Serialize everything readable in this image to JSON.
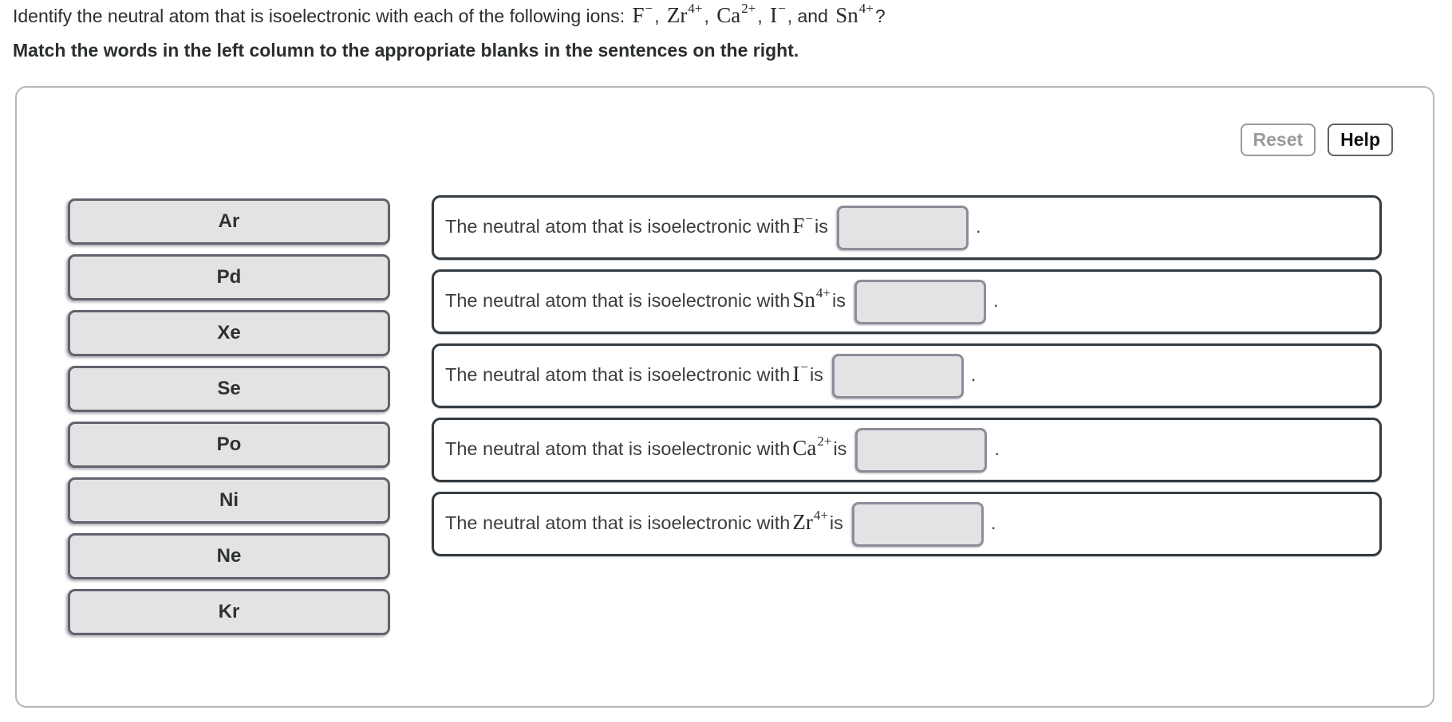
{
  "question": {
    "segments": [
      {
        "text": "Identify the neutral atom that is isoelectronic with each of the following ions: "
      },
      {
        "ion": "F",
        "charge": "−"
      },
      {
        "text": ", "
      },
      {
        "ion": "Zr",
        "charge": "4+"
      },
      {
        "text": ", "
      },
      {
        "ion": "Ca",
        "charge": "2+"
      },
      {
        "text": ", "
      },
      {
        "ion": "I",
        "charge": "−"
      },
      {
        "text": ", and "
      },
      {
        "ion": "Sn",
        "charge": "4+"
      },
      {
        "text": "?"
      }
    ]
  },
  "instruction": "Match the words in the left column to the appropriate blanks in the sentences on the right.",
  "toolbar": {
    "reset_label": "Reset",
    "help_label": "Help"
  },
  "word_bank": [
    "Ar",
    "Pd",
    "Xe",
    "Se",
    "Po",
    "Ni",
    "Ne",
    "Kr"
  ],
  "sentences": [
    {
      "before": "The neutral atom that is isoelectronic with",
      "ion": "F",
      "charge": "−",
      "after": "is",
      "period": "."
    },
    {
      "before": "The neutral atom that is isoelectronic with",
      "ion": "Sn",
      "charge": "4+",
      "after": "is",
      "period": "."
    },
    {
      "before": "The neutral atom that is isoelectronic with",
      "ion": "I",
      "charge": "−",
      "after": "is",
      "period": "."
    },
    {
      "before": "The neutral atom that is isoelectronic with",
      "ion": "Ca",
      "charge": "2+",
      "after": "is",
      "period": "."
    },
    {
      "before": "The neutral atom that is isoelectronic with",
      "ion": "Zr",
      "charge": "4+",
      "after": "is",
      "period": "."
    }
  ],
  "colors": {
    "tile_bg": "#e3e3e3",
    "tile_border": "#63636f",
    "sentence_border": "#333b41",
    "blank_bg": "#e3e3e5",
    "blank_border": "#8d8d9b",
    "panel_border": "#b4b6b8",
    "reset_text": "#9a9a9a",
    "help_text": "#111111",
    "text": "#333639"
  }
}
